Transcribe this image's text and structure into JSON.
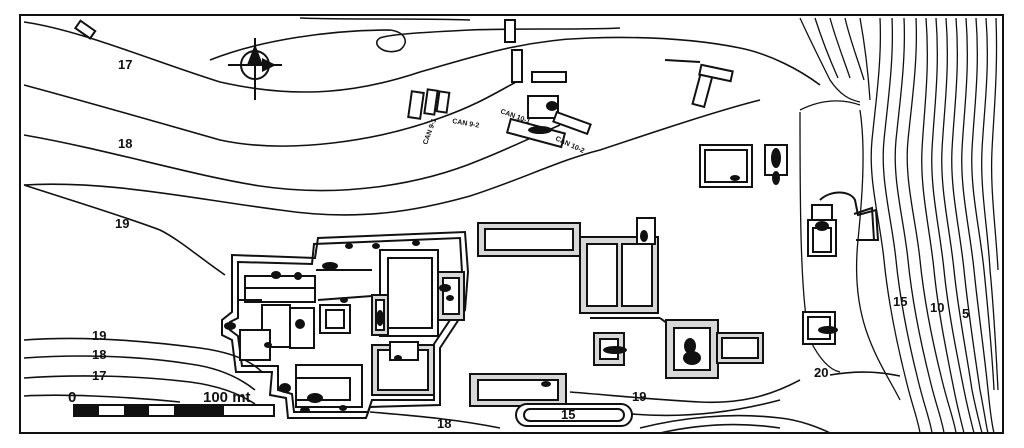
{
  "map": {
    "contour_labels": {
      "c17_top": "17",
      "c18_top": "18",
      "c19_mid": "19",
      "c19_bot": "19",
      "c18_bot": "18",
      "c17_bot": "17",
      "c18_bottom": "18",
      "c15_pool": "15",
      "c19_right": "19",
      "c20": "20",
      "c15_right": "15",
      "c10": "10",
      "c5": "5"
    },
    "trench_labels": {
      "can9_1": "CAN 9-1",
      "can9_2": "CAN 9-2",
      "can10_1": "CAN 10-1",
      "can10_2": "CAN 10-2"
    },
    "scale_bar": {
      "start_label": "0",
      "end_label": "100 mt",
      "length_m": 100
    },
    "north_arrow": {
      "icon": "north-arrow-icon"
    }
  }
}
